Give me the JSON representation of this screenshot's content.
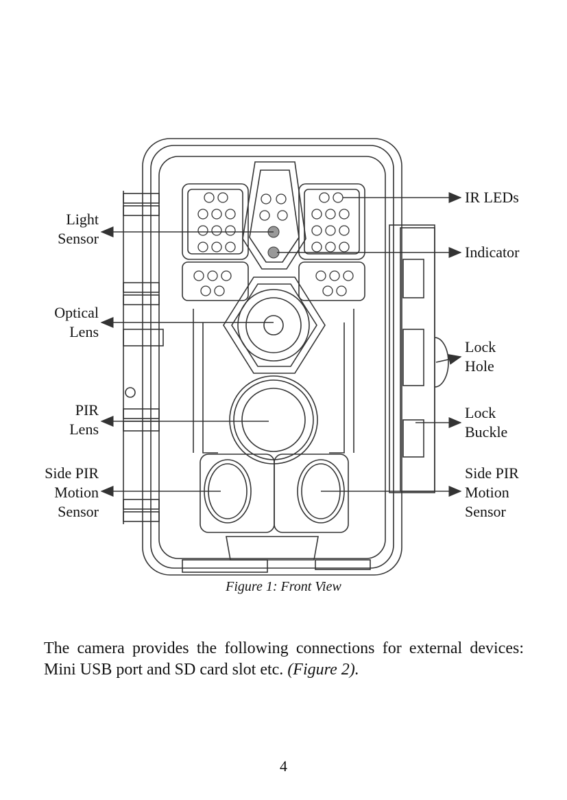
{
  "figure": {
    "labels": {
      "light_sensor": [
        "Light",
        "Sensor"
      ],
      "optical_lens": [
        "Optical",
        "Lens"
      ],
      "pir_lens": [
        "PIR",
        "Lens"
      ],
      "side_pir_left": [
        "Side PIR",
        "Motion",
        "Sensor"
      ],
      "ir_leds": [
        "IR LEDs"
      ],
      "indicator": [
        "Indicator"
      ],
      "lock_hole": [
        "Lock",
        "Hole"
      ],
      "lock_buckle": [
        "Lock",
        "Buckle"
      ],
      "side_pir_right": [
        "Side PIR",
        "Motion",
        "Sensor"
      ]
    },
    "caption": "Figure 1: Front View"
  },
  "body": {
    "text": "The camera provides the following connections for external devices: Mini USB port and SD card slot etc. ",
    "ref": "(Figure 2)."
  },
  "page_number": "4"
}
